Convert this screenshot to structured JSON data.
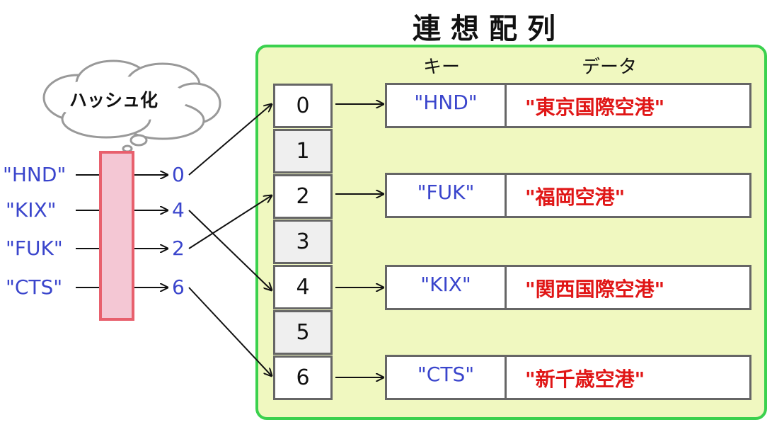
{
  "title": "連想配列",
  "headers": {
    "key": "キー",
    "data": "データ"
  },
  "hash_label": "ハッシュ化",
  "inputs": [
    {
      "key": "\"HND\"",
      "hash": "0"
    },
    {
      "key": "\"KIX\"",
      "hash": "4"
    },
    {
      "key": "\"FUK\"",
      "hash": "2"
    },
    {
      "key": "\"CTS\"",
      "hash": "6"
    }
  ],
  "slots": [
    "0",
    "1",
    "2",
    "3",
    "4",
    "5",
    "6"
  ],
  "records": [
    {
      "slot": "0",
      "key": "\"HND\"",
      "value": "\"東京国際空港\""
    },
    {
      "slot": "2",
      "key": "\"FUK\"",
      "value": "\"福岡空港\""
    },
    {
      "slot": "4",
      "key": "\"KIX\"",
      "value": "\"関西国際空港\""
    },
    {
      "slot": "6",
      "key": "\"CTS\"",
      "value": "\"新千歳空港\""
    }
  ],
  "colors": {
    "panel_fill": "#f0f8c0",
    "panel_border": "#3bd14e",
    "key_text": "#3a45cc",
    "value_text": "#e01616",
    "hash_fill": "#f4c7d4",
    "hash_border": "#e8606d"
  }
}
